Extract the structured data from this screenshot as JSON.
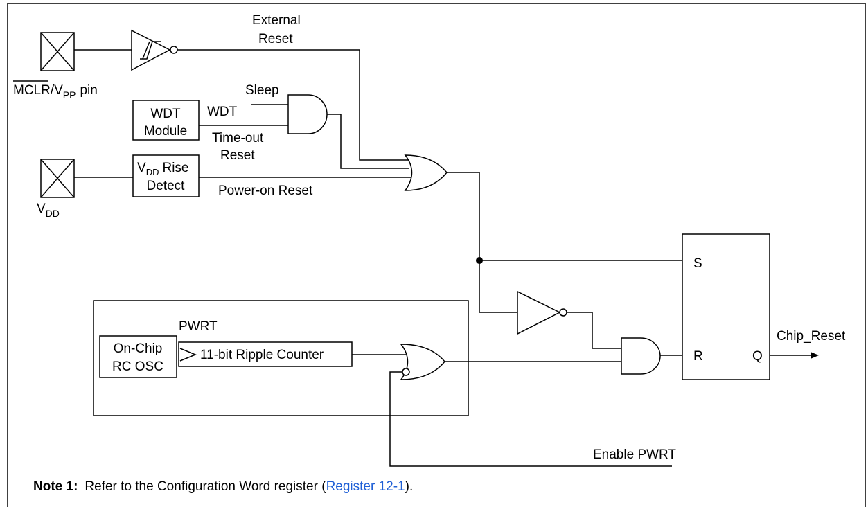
{
  "labels": {
    "external_reset_1": "External",
    "external_reset_2": "Reset",
    "mclr": "MCLR",
    "vpp_v": "/V",
    "vpp_sub": "PP",
    "pin": "pin",
    "sleep": "Sleep",
    "wdt_box_1": "WDT",
    "wdt_box_2": "Module",
    "wdt_line": "WDT",
    "timeout_1": "Time-out",
    "timeout_2": "Reset",
    "vdd_rise_v": "V",
    "vdd_rise_sub": "DD",
    "vdd_rise_rest": "Rise",
    "vdd_rise_2": "Detect",
    "power_on_reset": "Power-on Reset",
    "vdd_pin_v": "V",
    "vdd_pin_sub": "DD",
    "s": "S",
    "r": "R",
    "q": "Q",
    "chip_reset": "Chip_Reset",
    "pwrt": "PWRT",
    "osc_1": "On-Chip",
    "osc_2": "RC OSC",
    "counter": "11-bit Ripple Counter",
    "enable_pwrt": "Enable PWRT"
  },
  "note": {
    "label": "Note 1:",
    "text_before": "Refer to the Configuration Word register (",
    "link": "Register 12-1",
    "text_after": ")."
  },
  "colors": {
    "link": "#1f5fd6",
    "line": "#000000"
  }
}
